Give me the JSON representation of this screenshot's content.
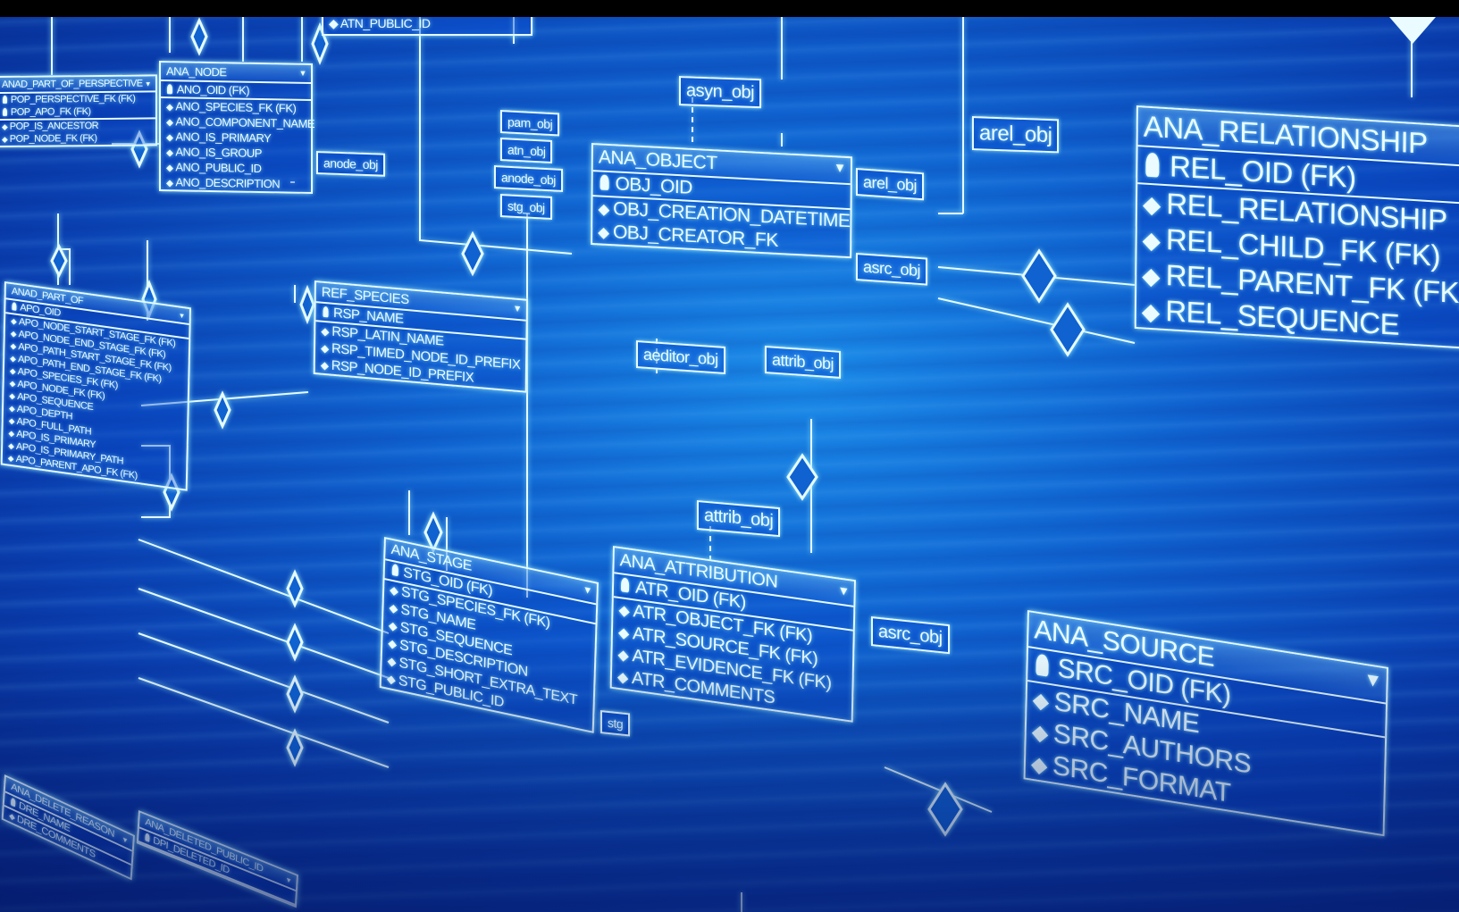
{
  "tables": [
    {
      "id": "perspective",
      "title": "ANAD_PART_OF_PERSPECTIVE",
      "pk": [
        "POP_PERSPECTIVE_FK (FK)",
        "POP_APO_FK (FK)"
      ],
      "cols": [
        "POP_IS_ANCESTOR",
        "POP_NODE_FK (FK)"
      ]
    },
    {
      "id": "node",
      "title": "ANA_NODE",
      "pk": [
        "ANO_OID (FK)"
      ],
      "cols": [
        "ANO_SPECIES_FK (FK)",
        "ANO_COMPONENT_NAME",
        "ANO_IS_PRIMARY",
        "ANO_IS_GROUP",
        "ANO_PUBLIC_ID",
        "ANO_DESCRIPTION"
      ]
    },
    {
      "id": "partof",
      "title": "ANAD_PART_OF",
      "pk": [
        "APO_OID"
      ],
      "cols": [
        "APO_NODE_START_STAGE_FK (FK)",
        "APO_NODE_END_STAGE_FK (FK)",
        "APO_PATH_START_STAGE_FK (FK)",
        "APO_PATH_END_STAGE_FK (FK)",
        "APO_SPECIES_FK (FK)",
        "APO_NODE_FK (FK)",
        "APO_SEQUENCE",
        "APO_DEPTH",
        "APO_FULL_PATH",
        "APO_IS_PRIMARY",
        "APO_IS_PRIMARY_PATH",
        "APO_PARENT_APO_FK (FK)"
      ]
    },
    {
      "id": "species",
      "title": "REF_SPECIES",
      "pk": [
        "RSP_NAME"
      ],
      "cols": [
        "RSP_LATIN_NAME",
        "RSP_TIMED_NODE_ID_PREFIX",
        "RSP_NODE_ID_PREFIX"
      ]
    },
    {
      "id": "object",
      "title": "ANA_OBJECT",
      "pk": [
        "OBJ_OID"
      ],
      "cols": [
        "OBJ_CREATION_DATETIME",
        "OBJ_CREATOR_FK"
      ]
    },
    {
      "id": "relationship",
      "title": "ANA_RELATIONSHIP",
      "pk": [
        "REL_OID (FK)"
      ],
      "cols": [
        "REL_RELATIONSHIP",
        "REL_CHILD_FK (FK)",
        "REL_PARENT_FK (FK)",
        "REL_SEQUENCE"
      ]
    },
    {
      "id": "stage",
      "title": "ANA_STAGE",
      "pk": [
        "STG_OID (FK)"
      ],
      "cols": [
        "STG_SPECIES_FK (FK)",
        "STG_NAME",
        "STG_SEQUENCE",
        "STG_DESCRIPTION",
        "STG_SHORT_EXTRA_TEXT",
        "STG_PUBLIC_ID"
      ]
    },
    {
      "id": "attribution",
      "title": "ANA_ATTRIBUTION",
      "pk": [
        "ATR_OID (FK)"
      ],
      "cols": [
        "ATR_OBJECT_FK (FK)",
        "ATR_SOURCE_FK (FK)",
        "ATR_EVIDENCE_FK (FK)",
        "ATR_COMMENTS"
      ]
    },
    {
      "id": "source",
      "title": "ANA_SOURCE",
      "pk": [
        "SRC_OID (FK)"
      ],
      "cols": [
        "SRC_NAME",
        "SRC_AUTHORS",
        "SRC_FORMAT"
      ]
    },
    {
      "id": "delreason",
      "title": "ANA_DELETE_REASON",
      "pk": [
        "DRE_NAME"
      ],
      "cols": [
        "DRE_COMMENTS"
      ]
    },
    {
      "id": "deleted",
      "title": "ANA_DELETED_PUBLIC_ID",
      "pk": [
        "DPI_DELETED_ID"
      ],
      "cols": []
    }
  ],
  "partial_top": {
    "col": "ATN_PUBLIC_ID"
  },
  "objects": [
    "anode_obj",
    "pam_obj",
    "atn_obj",
    "anode_obj",
    "stg_obj",
    "asyn_obj",
    "arel_obj",
    "arel_obj",
    "asrc_obj",
    "aeditor_obj",
    "attrib_obj",
    "attrib_obj",
    "asrc_obj",
    "stg"
  ],
  "icons": {
    "key": "key-icon",
    "attr": "diamond-icon",
    "dropdown": "triangle-down-icon"
  },
  "colors": {
    "line": "#e6fbff",
    "bg": "#0f62d0",
    "glow": "#8fe8ff"
  }
}
